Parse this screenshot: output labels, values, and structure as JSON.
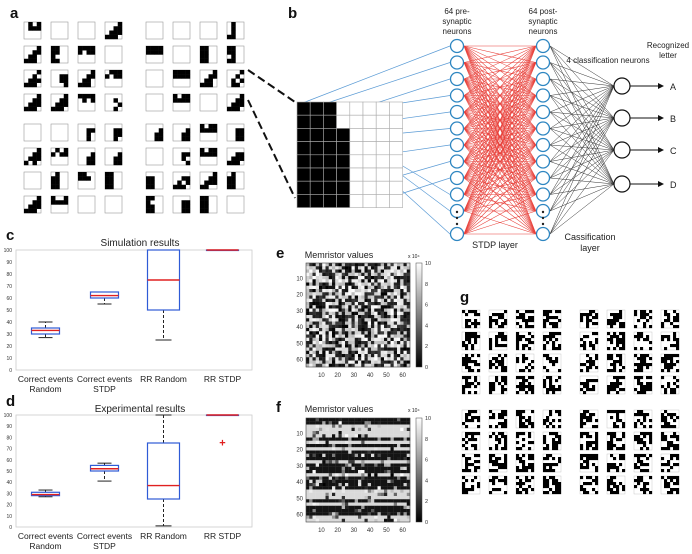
{
  "panel_labels": {
    "a": "a",
    "b": "b",
    "c": "c",
    "d": "d",
    "e": "e",
    "f": "f",
    "g": "g"
  },
  "network": {
    "pre_label_1": "64 pre-",
    "pre_label_2": "synaptic",
    "pre_label_3": "neurons",
    "post_label_1": "64 post-",
    "post_label_2": "synaptic",
    "post_label_3": "neurons",
    "class_label": "4 classification neurons",
    "recog_label_1": "Recognized",
    "recog_label_2": "letter",
    "outputs": [
      "A",
      "B",
      "C",
      "D"
    ],
    "stdp_label": "STDP layer",
    "cls_label_1": "Cassification",
    "cls_label_2": "layer",
    "colors": {
      "input_lines": "#5b9bd5",
      "stdp_lines": "#e8403a",
      "class_lines": "#333333",
      "neuron": "#2e86c1"
    }
  },
  "chart_data": [
    {
      "type": "box",
      "title": "Simulation results",
      "categories": [
        "Correct events\nRandom",
        "Correct events\nSTDP",
        "RR Random",
        "RR STDP"
      ],
      "ylim": [
        0,
        100
      ],
      "yticks": [
        0,
        10,
        20,
        30,
        40,
        50,
        60,
        70,
        80,
        90,
        100
      ],
      "boxes": [
        {
          "min": 27,
          "q1": 30,
          "median": 33,
          "q3": 35,
          "max": 40
        },
        {
          "min": 55,
          "q1": 60,
          "median": 62,
          "q3": 65,
          "max": 65
        },
        {
          "min": 25,
          "q1": 50,
          "median": 75,
          "q3": 100,
          "max": 100
        },
        {
          "min": 100,
          "q1": 100,
          "median": 100,
          "q3": 100,
          "max": 100
        }
      ],
      "outliers": []
    },
    {
      "type": "box",
      "title": "Experimental results",
      "categories": [
        "Correct events\nRandom",
        "Correct events\nSTDP",
        "RR Random",
        "RR STDP"
      ],
      "ylim": [
        0,
        100
      ],
      "yticks": [
        0,
        10,
        20,
        30,
        40,
        50,
        60,
        70,
        80,
        90,
        100
      ],
      "boxes": [
        {
          "min": 27,
          "q1": 28,
          "median": 29,
          "q3": 31,
          "max": 33
        },
        {
          "min": 41,
          "q1": 50,
          "median": 52,
          "q3": 55,
          "max": 57
        },
        {
          "min": 1,
          "q1": 25,
          "median": 37,
          "q3": 75,
          "max": 100
        },
        {
          "min": 100,
          "q1": 100,
          "median": 100,
          "q3": 100,
          "max": 100
        }
      ],
      "outliers": [
        {
          "category": 3,
          "value": 75
        }
      ]
    },
    {
      "type": "heatmap",
      "title": "Memristor values",
      "xticks": [
        10,
        20,
        30,
        40,
        50,
        60
      ],
      "yticks": [
        10,
        20,
        30,
        40,
        50,
        60
      ],
      "colorbar_ticks": [
        0,
        2,
        4,
        6,
        8,
        10
      ],
      "colorbar_exp": "x 10⁴",
      "pattern": "random"
    },
    {
      "type": "heatmap",
      "title": "Memristor values",
      "xticks": [
        10,
        20,
        30,
        40,
        50,
        60
      ],
      "yticks": [
        10,
        20,
        30,
        40,
        50,
        60
      ],
      "colorbar_ticks": [
        0,
        2,
        4,
        6,
        8,
        10
      ],
      "colorbar_exp": "x 10⁴",
      "pattern": "rows"
    }
  ],
  "colors": {
    "box": "#2e5bd6",
    "median": "#e02020",
    "whisker": "#222222"
  }
}
